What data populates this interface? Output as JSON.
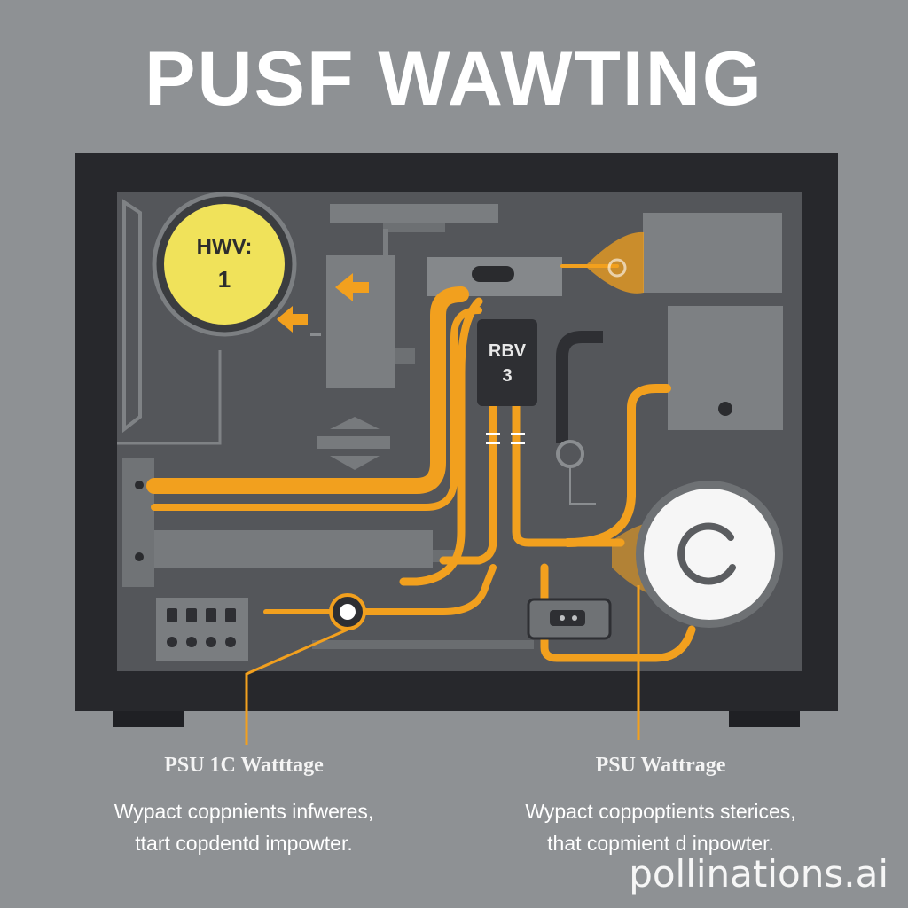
{
  "title": "PUSF WAWTING",
  "diagram": {
    "gauge_left": {
      "line1": "HWV:",
      "line2": "1"
    },
    "chip_center": {
      "line1": "RBV",
      "line2": "3"
    }
  },
  "captions": [
    {
      "title": "PSU 1C Watttage",
      "line1": "Wypact coppnients infweres,",
      "line2": "ttart copdentd impowter."
    },
    {
      "title": "PSU Wattrage",
      "line1": "Wypact coppoptients sterices,",
      "line2": "that copmient d inpowter."
    }
  ],
  "watermark": "pollinations.ai",
  "colors": {
    "background": "#8e9194",
    "case_frame": "#27282c",
    "case_inner": "#545658",
    "wire": "#f2a01e",
    "gauge_fill": "#f0e25a"
  }
}
